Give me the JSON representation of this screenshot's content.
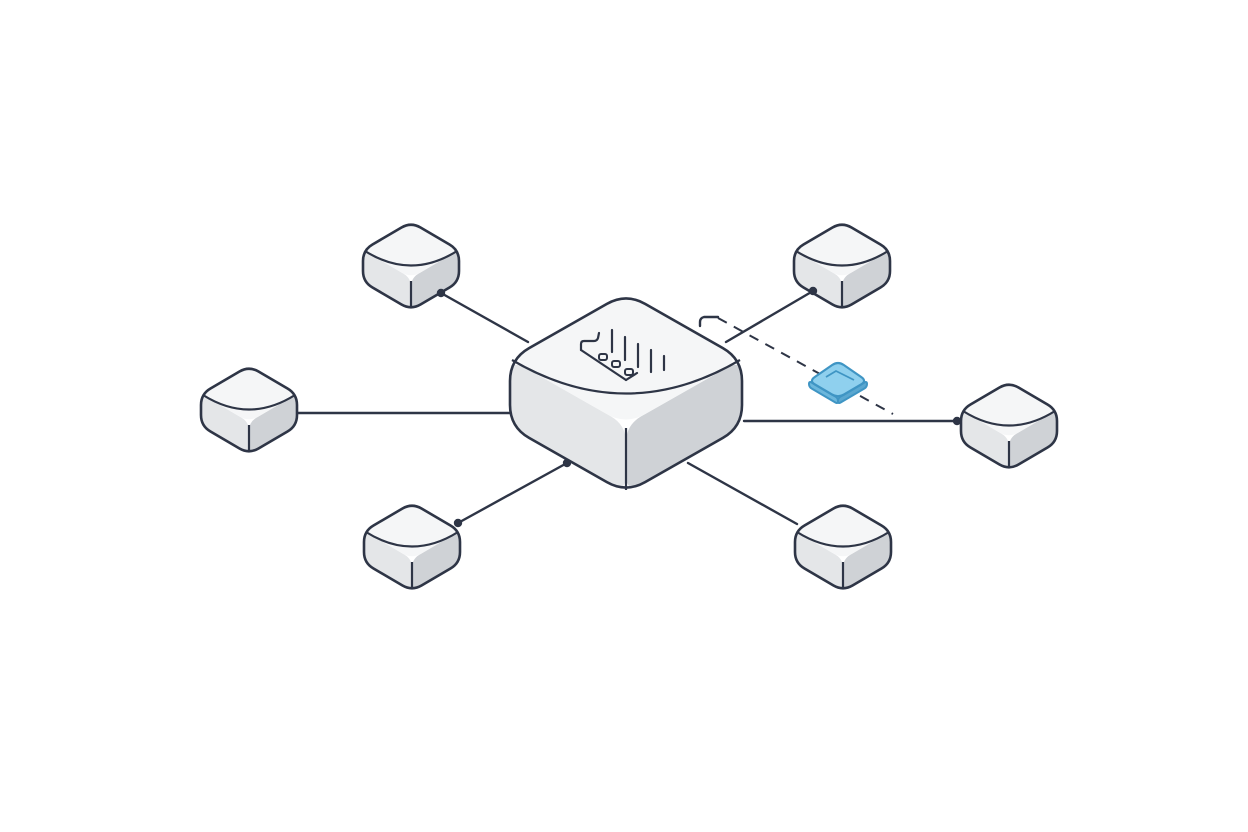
{
  "diagram": {
    "type": "hub-and-spoke network",
    "hub": {
      "icon": "server-rack-icon",
      "style": "large isometric block"
    },
    "nodes": [
      {
        "id": "node-top-left",
        "icon": "cube-icon"
      },
      {
        "id": "node-top-right",
        "icon": "cube-icon"
      },
      {
        "id": "node-left",
        "icon": "cube-icon"
      },
      {
        "id": "node-right",
        "icon": "cube-icon"
      },
      {
        "id": "node-bottom-left",
        "icon": "cube-icon"
      },
      {
        "id": "node-bottom-right",
        "icon": "cube-icon"
      }
    ],
    "links": [
      {
        "from": "hub",
        "to": "node-top-left",
        "style": "solid",
        "endpoint_dot": true
      },
      {
        "from": "hub",
        "to": "node-top-right",
        "style": "solid",
        "endpoint_dot": true
      },
      {
        "from": "hub",
        "to": "node-left",
        "style": "solid",
        "endpoint_dot": false
      },
      {
        "from": "hub",
        "to": "node-right",
        "style": "solid",
        "endpoint_dot": true
      },
      {
        "from": "hub",
        "to": "node-bottom-left",
        "style": "solid",
        "endpoint_dot": true
      },
      {
        "from": "hub",
        "to": "node-bottom-right",
        "style": "solid",
        "endpoint_dot": false
      },
      {
        "from": "hub",
        "to": "node-right",
        "style": "dashed",
        "endpoint_dot": false,
        "carries": "folder-icon"
      }
    ],
    "packet": {
      "icon": "folder-icon",
      "color": "#8fd0ee"
    },
    "colors": {
      "stroke": "#2e3546",
      "top_face": "#f5f6f7",
      "left_face": "#e4e6e8",
      "right_face": "#cfd2d6",
      "packet_fill": "#8fd0ee",
      "packet_stroke": "#3f95c4",
      "background": "#ffffff"
    }
  }
}
